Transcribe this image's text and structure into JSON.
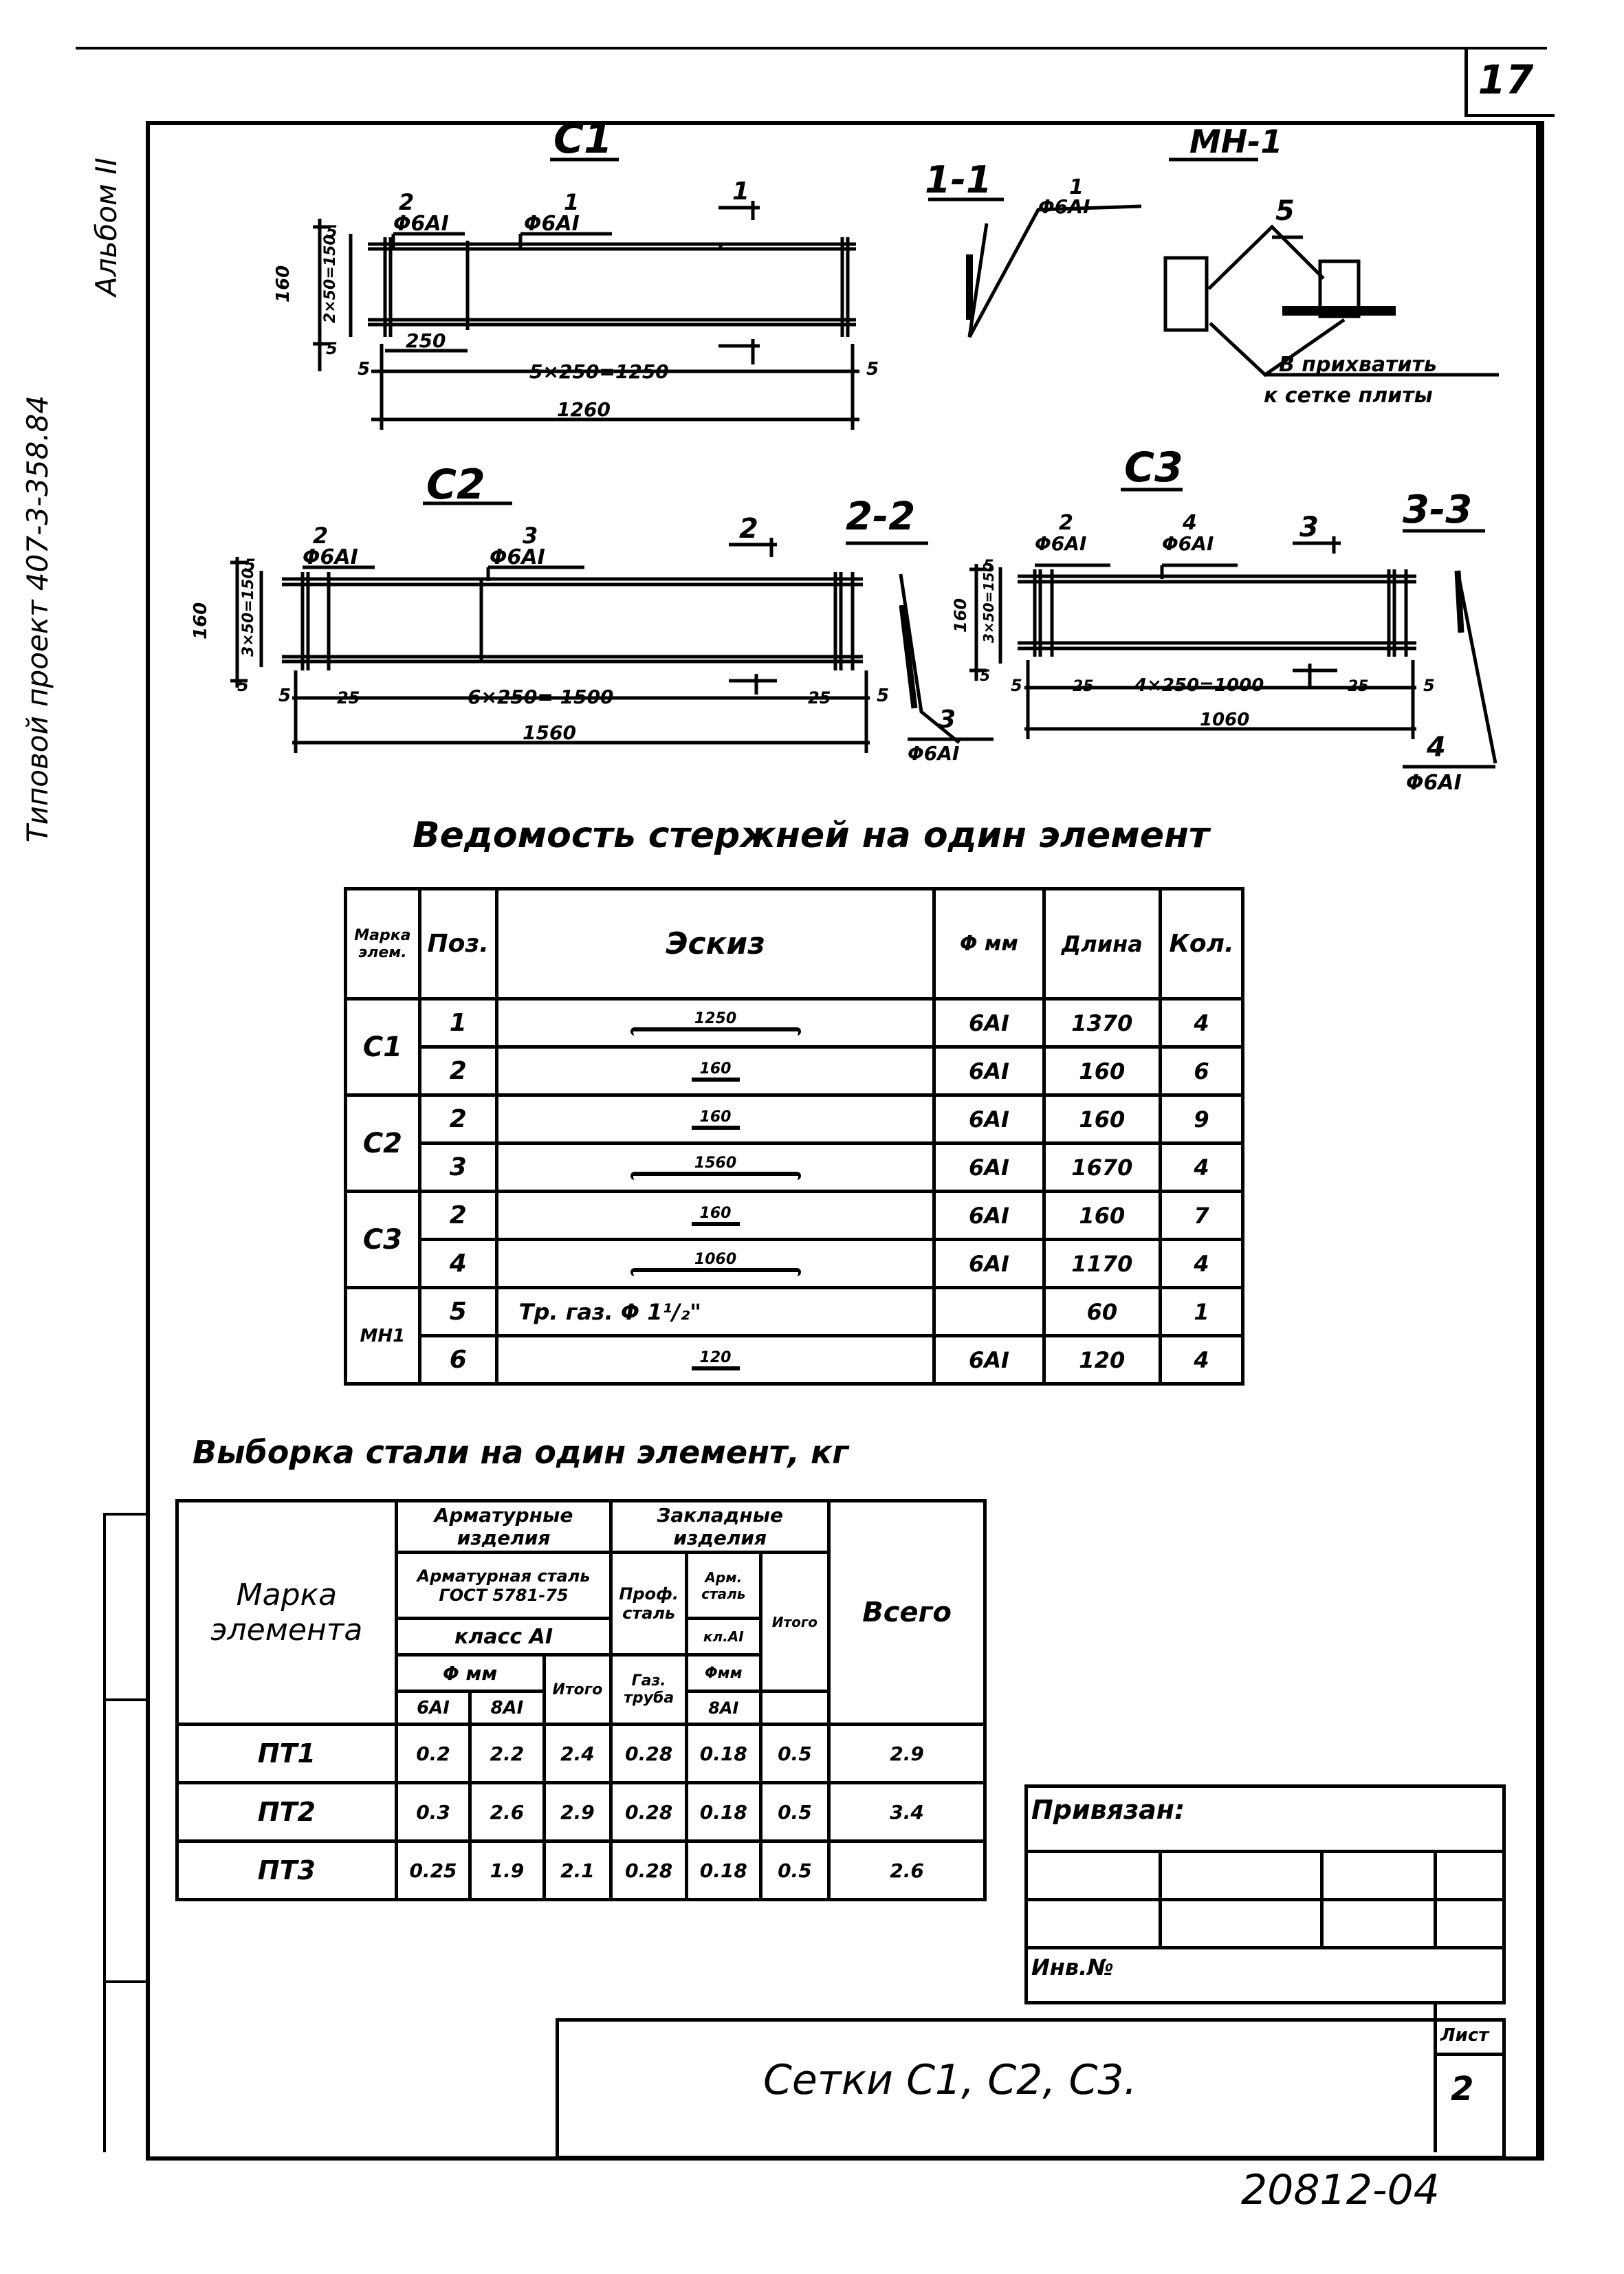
{
  "sheet_number": "17",
  "margin": {
    "project": "Типовой проект 407-3-358.84",
    "album": "Альбом II"
  },
  "sketches": {
    "c1": {
      "title": "С1",
      "bar_left_label": "2",
      "bar_left_dia": "Φ6АI",
      "bar_main_label": "1",
      "bar_main_dia": "Φ6АI",
      "section_mark": "1",
      "height": "160",
      "inner": "2×50=150",
      "small_top": "5",
      "small_bottom": "5",
      "edge_left": "5",
      "edge_right": "5",
      "step": "250",
      "chain": "5×250=1250",
      "overall": "1260"
    },
    "s11": {
      "title": "1-1",
      "pos": "1",
      "dia": "Φ6АI"
    },
    "mn1": {
      "title": "МН-1",
      "pos": "5",
      "note_line1": "В прихватить",
      "note_line2": "к сетке плиты"
    },
    "c2": {
      "title": "С2",
      "bar_left_label": "2",
      "bar_left_dia": "Φ6АI",
      "bar_main_label": "3",
      "bar_main_dia": "Φ6АI",
      "section_mark": "2",
      "height": "160",
      "inner": "3×50=150",
      "small_top": "5",
      "small_bottom": "5",
      "edge_left": "5",
      "edge_right": "5",
      "left_step": "25",
      "right_step": "25",
      "chain": "6×250= 1500",
      "overall": "1560"
    },
    "s22": {
      "title": "2-2",
      "pos": "3",
      "dia": "Φ6АI"
    },
    "c3": {
      "title": "С3",
      "bar_left_label": "2",
      "bar_left_dia": "Φ6АI",
      "bar_main_label": "4",
      "bar_main_dia": "Φ6АI",
      "section_mark": "3",
      "height": "160",
      "inner": "3×50=150",
      "small_top": "5",
      "small_bottom": "5",
      "edge_left": "5",
      "edge_right": "5",
      "left_step": "25",
      "right_step": "25",
      "chain": "4×250=1000",
      "overall": "1060"
    },
    "s33": {
      "title": "3-3",
      "pos": "4",
      "dia": "Φ6АI"
    }
  },
  "bars_table": {
    "title": "Ведомость стержней на один элемент",
    "headers": [
      "Марка элем.",
      "Поз.",
      "Эскиз",
      "Φ мм",
      "Длина",
      "Кол."
    ],
    "groups": [
      {
        "mark": "С1",
        "rows": [
          {
            "pos": "1",
            "sketch": "1250",
            "hooks": true,
            "dia": "6АI",
            "len": "1370",
            "qty": "4"
          },
          {
            "pos": "2",
            "sketch": "160",
            "hooks": false,
            "dia": "6АI",
            "len": "160",
            "qty": "6"
          }
        ]
      },
      {
        "mark": "С2",
        "rows": [
          {
            "pos": "2",
            "sketch": "160",
            "hooks": false,
            "dia": "6АI",
            "len": "160",
            "qty": "9"
          },
          {
            "pos": "3",
            "sketch": "1560",
            "hooks": true,
            "dia": "6АI",
            "len": "1670",
            "qty": "4"
          }
        ]
      },
      {
        "mark": "С3",
        "rows": [
          {
            "pos": "2",
            "sketch": "160",
            "hooks": false,
            "dia": "6АI",
            "len": "160",
            "qty": "7"
          },
          {
            "pos": "4",
            "sketch": "1060",
            "hooks": true,
            "dia": "6АI",
            "len": "1170",
            "qty": "4"
          }
        ]
      },
      {
        "mark": "МН1",
        "rows": [
          {
            "pos": "5",
            "sketch": "Тр. газ.  Φ 1¹/₂\"",
            "hooks": false,
            "text": true,
            "dia": "",
            "len": "60",
            "qty": "1"
          },
          {
            "pos": "6",
            "sketch": "120",
            "hooks": false,
            "dia": "6АI",
            "len": "120",
            "qty": "4"
          }
        ]
      }
    ]
  },
  "steel_table": {
    "title": "Выборка стали на один элемент, кг",
    "h_mark": "Марка элемента",
    "h_rebar_items": "Арматурные изделия",
    "h_rebar_steel": "Арматурная сталь ГОСТ 5781-75",
    "h_class": "класс АI",
    "h_dia_mm": "Φ мм",
    "h_c1": "6АI",
    "h_c2": "8АI",
    "h_total": "Итого",
    "h_embedded": "Закладные изделия",
    "h_prof": "Проф. сталь",
    "h_arm": "Арм. сталь",
    "h_kl": "кл.АI",
    "h_gas": "Газ. труба",
    "h_dia2": "Φмм",
    "h_8ai": "8АI",
    "h_total2": "Итого",
    "h_all": "Всего",
    "rows": [
      {
        "mark": "ПТ1",
        "v": [
          "0.2",
          "2.2",
          "2.4",
          "0.28",
          "0.18",
          "0.5",
          "2.9"
        ]
      },
      {
        "mark": "ПТ2",
        "v": [
          "0.3",
          "2.6",
          "2.9",
          "0.28",
          "0.18",
          "0.5",
          "3.4"
        ]
      },
      {
        "mark": "ПТ3",
        "v": [
          "0.25",
          "1.9",
          "2.1",
          "0.28",
          "0.18",
          "0.5",
          "2.6"
        ]
      }
    ]
  },
  "title_block": {
    "bound": "Привязан:",
    "inv": "Инв.№",
    "name": "Сетки С1, С2, С3.",
    "sheet_label": "Лист",
    "sheet": "2",
    "doc_number": "20812-04"
  }
}
